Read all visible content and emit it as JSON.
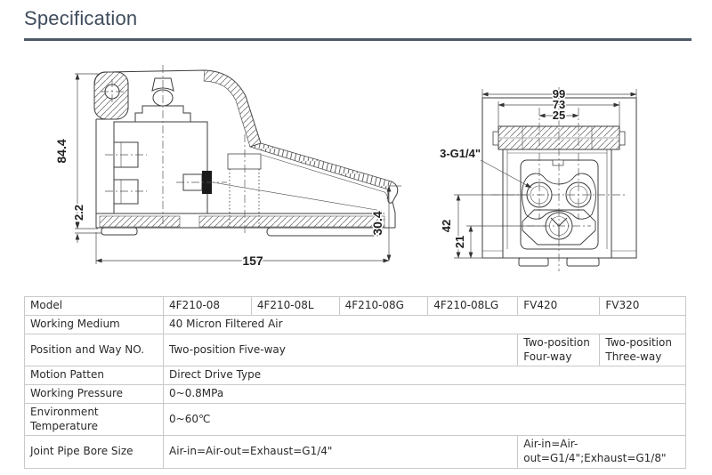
{
  "page": {
    "title": "Specification"
  },
  "colors": {
    "title": "#3e4b5c",
    "rule": "#4d5a68",
    "drawing_line": "#3d3d3d",
    "table_border": "#c9c9c9",
    "table_text": "#2a2a2a"
  },
  "side_view": {
    "dim_height": "84.4",
    "dim_plate": "2.2",
    "dim_length": "157",
    "dim_front_height": "30.4"
  },
  "rear_view": {
    "dim_overall_width": "99",
    "dim_body_width": "73",
    "dim_port_spacing": "25",
    "port_thread_label": "3-G1/4\"",
    "dim_port_height": "42",
    "dim_exhaust_height": "21"
  },
  "table": {
    "rows": {
      "model": {
        "label": "Model",
        "values": [
          "4F210-08",
          "4F210-08L",
          "4F210-08G",
          "4F210-08LG",
          "FV420",
          "FV320"
        ]
      },
      "medium": {
        "label": "Working Medium",
        "value": "40 Micron Filtered Air"
      },
      "position": {
        "label": "Position and Way NO.",
        "main": "Two-position Five-way",
        "fv420": "Two-position Four-way",
        "fv320": "Two-position Three-way"
      },
      "motion": {
        "label": "Motion Patten",
        "value": "Direct Drive Type"
      },
      "pressure": {
        "label": "Working Pressure",
        "value": "0~0.8MPa"
      },
      "temperature": {
        "label": "Environment Temperature",
        "value": "0~60℃"
      },
      "bore": {
        "label": "Joint Pipe Bore Size",
        "main": "Air-in=Air-out=Exhaust=G1/4\"",
        "fv": "Air-in=Air-out=G1/4\";Exhaust=G1/8\""
      }
    }
  }
}
